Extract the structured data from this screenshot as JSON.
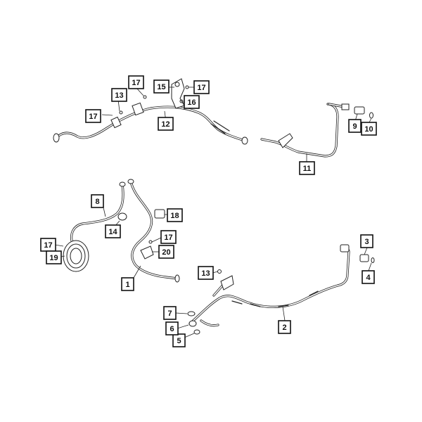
{
  "labels": {
    "l1": "1",
    "l2": "2",
    "l3": "3",
    "l4": "4",
    "l5": "5",
    "l6": "6",
    "l7": "7",
    "l8": "8",
    "l9": "9",
    "l10": "10",
    "l11": "11",
    "l12": "12",
    "l13a": "13",
    "l13b": "13",
    "l14": "14",
    "l15": "15",
    "l16": "16",
    "l17a": "17",
    "l17b": "17",
    "l17c": "17",
    "l17d": "17",
    "l17e": "17",
    "l18": "18",
    "l19": "19",
    "l20": "20"
  }
}
